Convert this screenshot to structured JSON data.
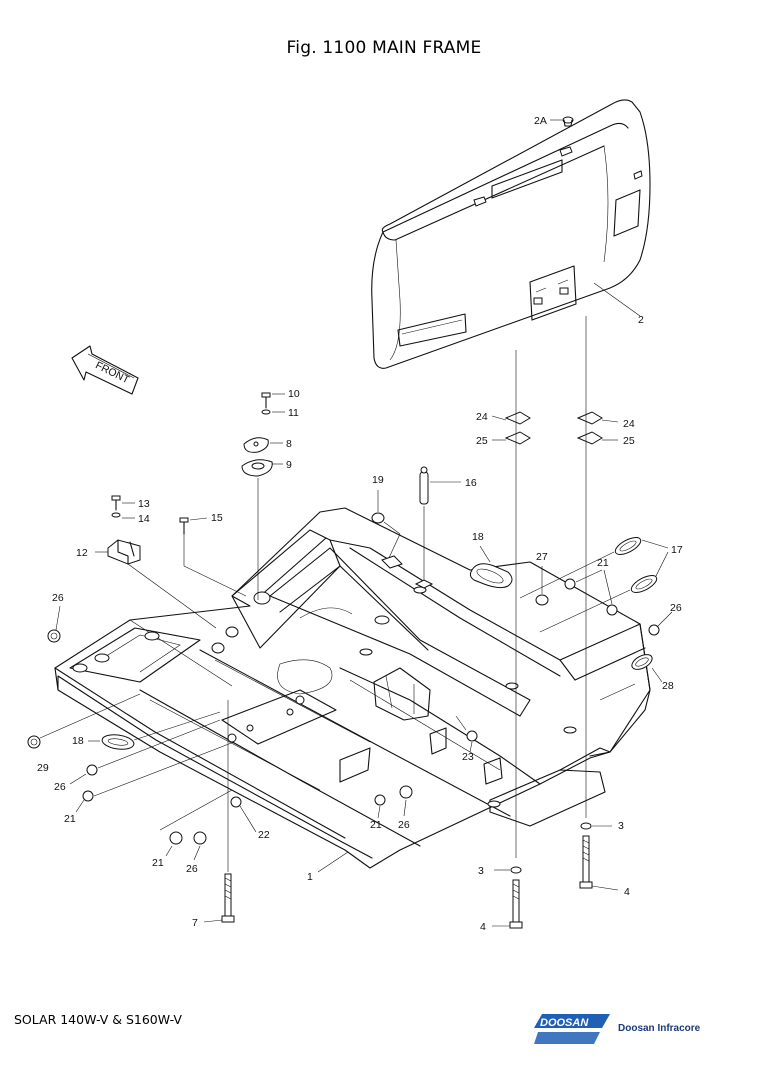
{
  "title": "Fig. 1100 MAIN FRAME",
  "front_label": "FRONT",
  "callouts": [
    "2A",
    "2",
    "10",
    "11",
    "8",
    "9",
    "24",
    "25",
    "24",
    "25",
    "13",
    "14",
    "15",
    "19",
    "16",
    "12",
    "18",
    "27",
    "21",
    "17",
    "26",
    "26",
    "28",
    "18",
    "29",
    "26",
    "21",
    "23",
    "22",
    "21",
    "26",
    "21",
    "26",
    "1",
    "3",
    "3",
    "4",
    "7",
    "4"
  ],
  "footer": {
    "model": "SOLAR 140W-V & S160W-V",
    "brand": "DOOSAN",
    "company": "Doosan Infracore"
  },
  "colors": {
    "brand_blue": "#1f5fb4",
    "brand_dark": "#1a3a7a",
    "line": "#111111"
  }
}
